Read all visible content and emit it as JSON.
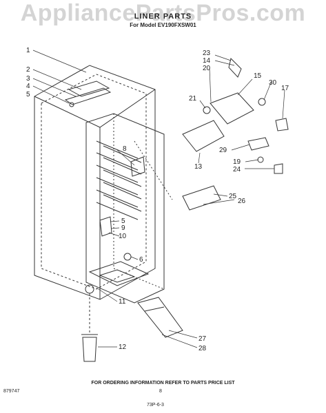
{
  "watermark": "AppliancePartsPros.com",
  "title": "LINER PARTS",
  "model": "For Model EV190FXSW01",
  "callouts": [
    "1",
    "2",
    "3",
    "4",
    "5",
    "5",
    "6",
    "8",
    "9",
    "10",
    "11",
    "12",
    "13",
    "14",
    "15",
    "17",
    "19",
    "20",
    "21",
    "23",
    "24",
    "25",
    "26",
    "27",
    "28",
    "29",
    "30"
  ],
  "footer": {
    "ordering": "FOR ORDERING INFORMATION REFER TO PARTS PRICE LIST",
    "doc_number": "879747",
    "page": "8",
    "date_code": "73P-6-3"
  }
}
